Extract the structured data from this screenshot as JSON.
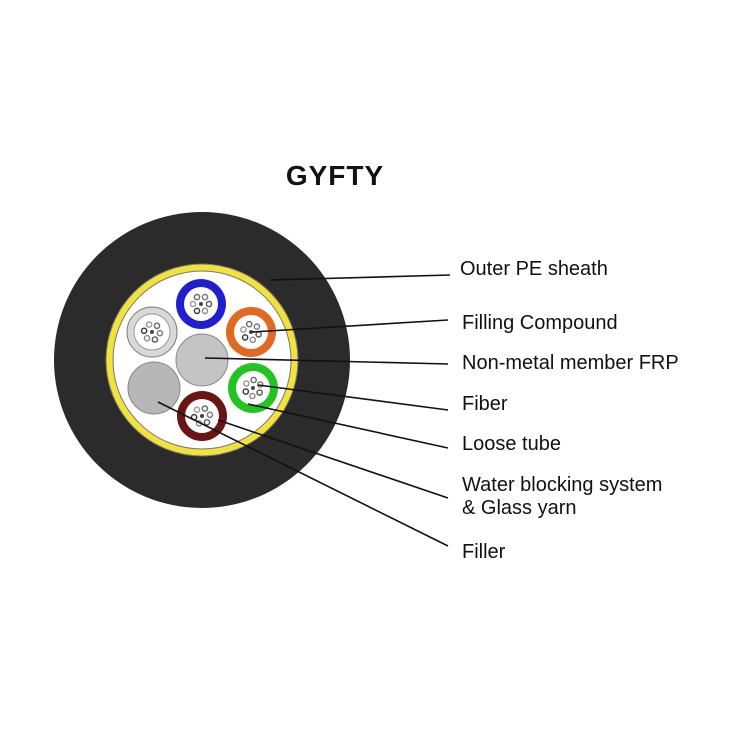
{
  "title": "GYFTY",
  "labels": {
    "outer_pe_sheath": "Outer PE sheath",
    "filling_compound": "Filling Compound",
    "non_metal_member": "Non-metal member FRP",
    "fiber": "Fiber",
    "loose_tube": "Loose tube",
    "water_blocking_line1": "Water blocking system",
    "water_blocking_line2": "& Glass yarn",
    "filler": "Filler"
  },
  "colors": {
    "sheath": "#2b2b2b",
    "yarn_ring": "#f2e23a",
    "tube_blue": "#1f1fd0",
    "tube_orange": "#e06a22",
    "tube_green": "#22c422",
    "tube_brown": "#6b1414",
    "tube_white": "#d8d8d8",
    "filler_gray": "#b7b7b7",
    "frp_gray": "#c4c4c4"
  }
}
